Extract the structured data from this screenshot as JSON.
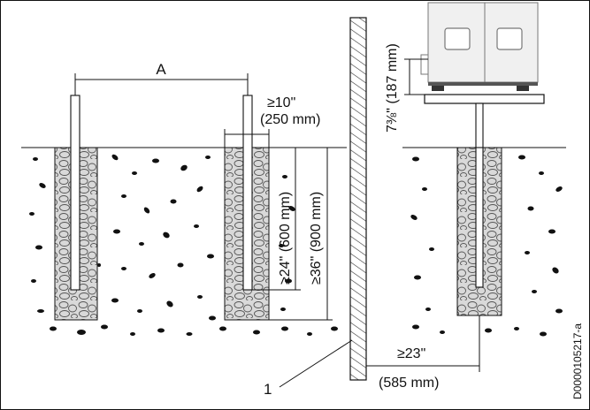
{
  "labels": {
    "spacing": "A",
    "clearance_in": "≥10\"",
    "clearance_mm": "(250 mm)",
    "depth_in": "≥24\" (600 mm)",
    "footing_depth": "≥36\" (900 mm)",
    "height": "7⅜\" (187 mm)",
    "wall_in": "≥23\"",
    "wall_mm": "(585 mm)",
    "callout": "1",
    "doc_id": "D0000105217-a"
  },
  "colors": {
    "line": "#111111",
    "concrete": "#d9d9d9",
    "stone": "#555555",
    "unit_fill": "#f0f0f0",
    "unit_stroke": "#777777"
  }
}
